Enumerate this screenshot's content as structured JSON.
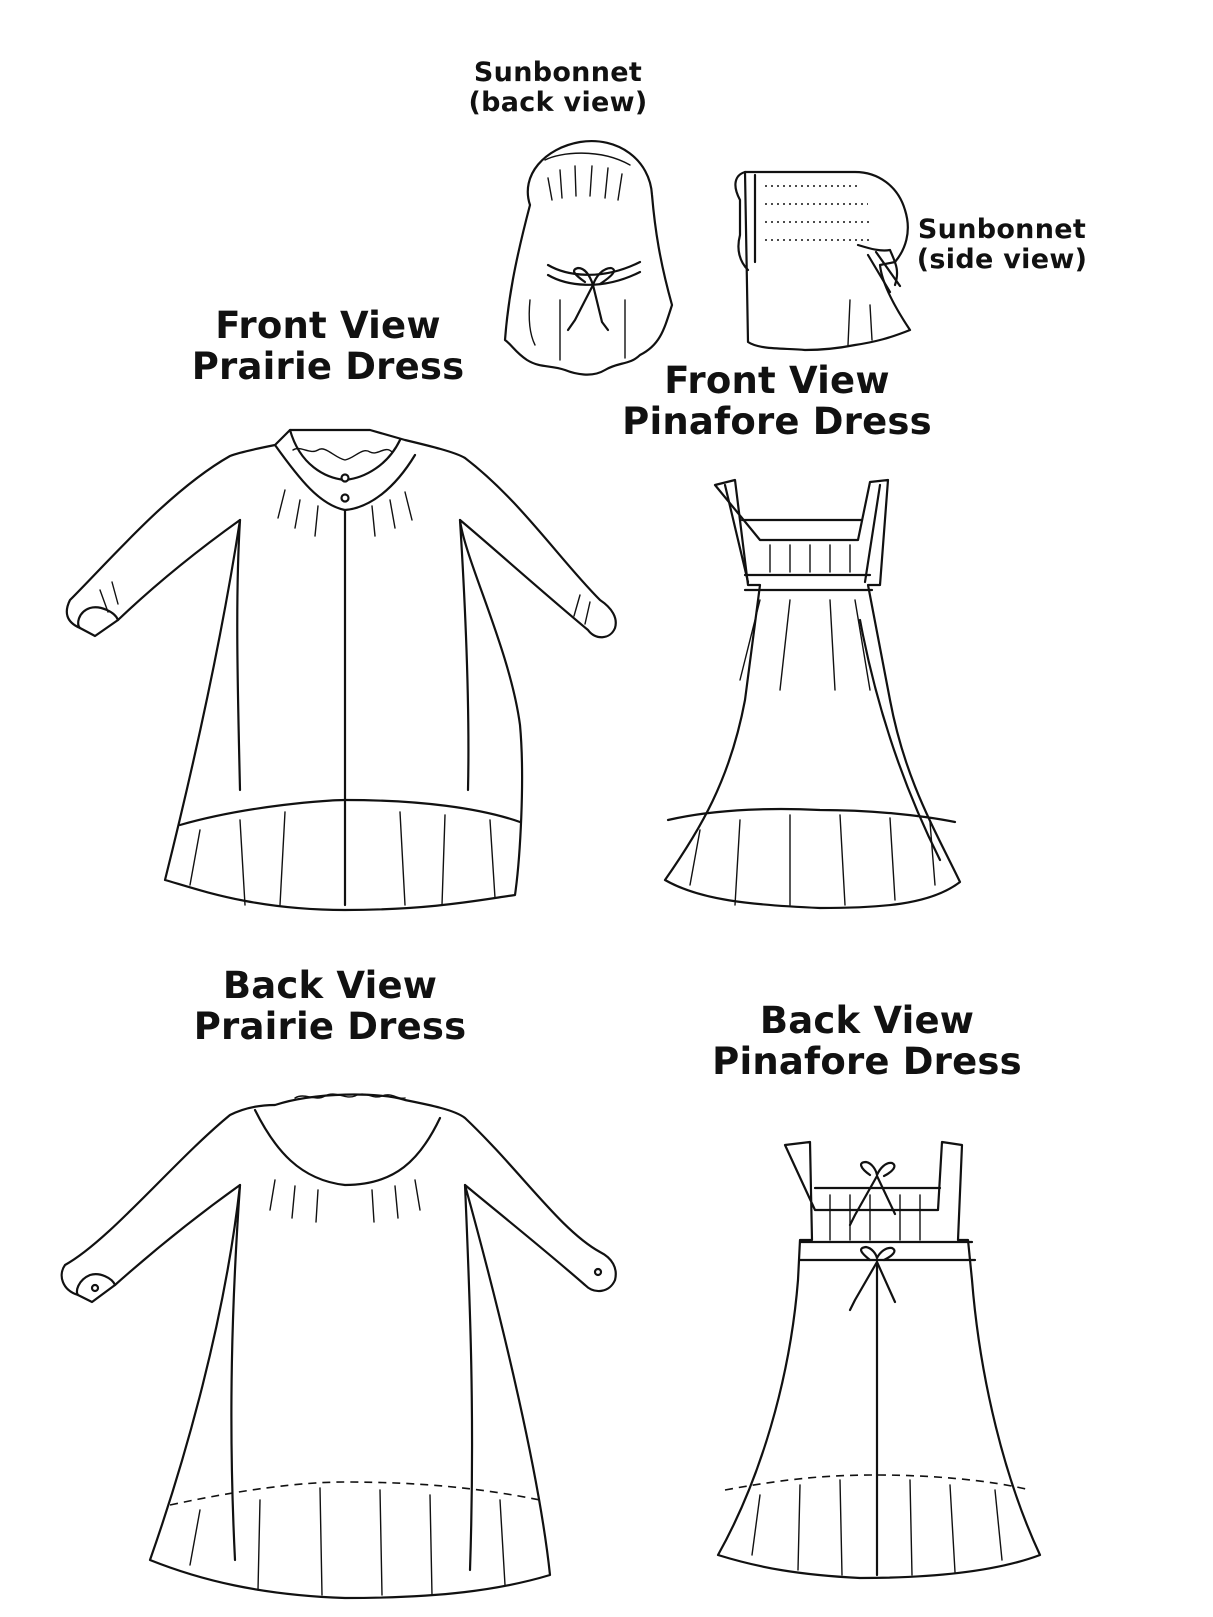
{
  "labels": {
    "sunbonnet_back": [
      "Sunbonnet",
      "(back view)"
    ],
    "sunbonnet_side": [
      "Sunbonnet",
      "(side view)"
    ],
    "front_prairie": [
      "Front View",
      "Prairie Dress"
    ],
    "front_pinafore": [
      "Front View",
      "Pinafore Dress"
    ],
    "back_prairie": [
      "Back View",
      "Prairie Dress"
    ],
    "back_pinafore": [
      "Back View",
      "Pinafore Dress"
    ]
  },
  "colors": {
    "line": "#111111",
    "background": "#ffffff"
  }
}
